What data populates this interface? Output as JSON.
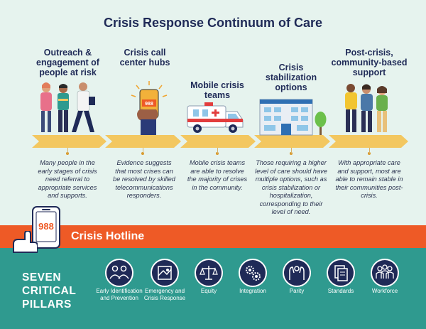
{
  "title": "Crisis Response Continuum of Care",
  "stages": [
    {
      "title": "Outreach & engagement of people at risk",
      "desc": "Many people in the early stages of crisis need referral to appropriate services and supports."
    },
    {
      "title": "Crisis call center hubs",
      "desc": "Evidence suggests that most crises can be resolved by skilled telecommunications responders."
    },
    {
      "title": "Mobile crisis teams",
      "desc": "Mobile crisis teams are able to resolve the majority of crises in the community."
    },
    {
      "title": "Crisis stabilization options",
      "desc": "Those requiring a higher level of care should have multiple options, such as crisis stabilization or hospitalization, corresponding to their level of need."
    },
    {
      "title": "Post-crisis, community-based support",
      "desc": "With appropriate care and support, most are able to remain stable in their communities post-crisis."
    }
  ],
  "hotline": {
    "number": "988",
    "label": "Crisis Hotline"
  },
  "pillars": {
    "heading": "SEVEN CRITICAL PILLARS",
    "items": [
      {
        "label": "Early Identification and Prevention",
        "icon": "people-icon"
      },
      {
        "label": "Emergency and Crisis Response",
        "icon": "map-icon"
      },
      {
        "label": "Equity",
        "icon": "scales-icon"
      },
      {
        "label": "Integration",
        "icon": "gears-icon"
      },
      {
        "label": "Parity",
        "icon": "raised-hands-icon"
      },
      {
        "label": "Standards",
        "icon": "documents-icon"
      },
      {
        "label": "Workforce",
        "icon": "team-icon"
      }
    ]
  },
  "colors": {
    "navy": "#1f2a57",
    "orange": "#ee5a26",
    "teal": "#2f9a8f",
    "gold": "#f3c760",
    "mint": "#e6f3ee"
  }
}
